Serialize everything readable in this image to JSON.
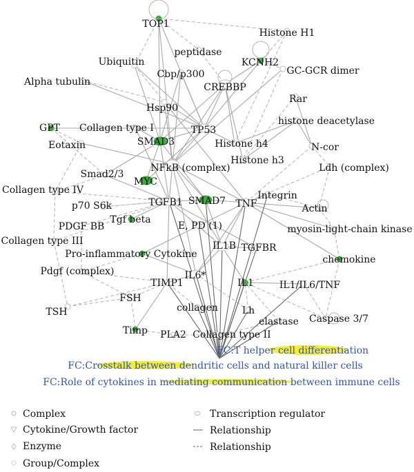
{
  "nodes": [
    {
      "id": "TOP1",
      "label": "TOP1",
      "highlight": true
    },
    {
      "id": "HistoneH1",
      "label": "Histone H1",
      "highlight": false
    },
    {
      "id": "Ubiquitin",
      "label": "Ubiquitin",
      "highlight": false
    },
    {
      "id": "peptidase",
      "label": "peptidase",
      "highlight": false
    },
    {
      "id": "KCNH2",
      "label": "KCNH2",
      "highlight": true
    },
    {
      "id": "Cbpp300",
      "label": "Cbp/p300",
      "highlight": false
    },
    {
      "id": "GCGCR",
      "label": "GC-GCR dimer",
      "highlight": false
    },
    {
      "id": "AlphaTubulin",
      "label": "Alpha tubulin",
      "highlight": false
    },
    {
      "id": "CREBBP",
      "label": "CREBBP",
      "highlight": false
    },
    {
      "id": "Rar",
      "label": "Rar",
      "highlight": false
    },
    {
      "id": "Hsp90",
      "label": "Hsp90",
      "highlight": false
    },
    {
      "id": "HDAC",
      "label": "histone deacetylase",
      "highlight": false
    },
    {
      "id": "GPT",
      "label": "GPT",
      "highlight": true
    },
    {
      "id": "CollagenI",
      "label": "Collagen type I",
      "highlight": false
    },
    {
      "id": "TP53",
      "label": "TP53",
      "highlight": false
    },
    {
      "id": "SMAD3",
      "label": "SMAD3",
      "highlight": true
    },
    {
      "id": "Eotaxin",
      "label": "Eotaxin",
      "highlight": false
    },
    {
      "id": "Histoneh4",
      "label": "Histone h4",
      "highlight": false
    },
    {
      "id": "Ncor",
      "label": "N-cor",
      "highlight": false
    },
    {
      "id": "NFkB",
      "label": "NFkB (complex)",
      "highlight": false
    },
    {
      "id": "Histoneh3",
      "label": "Histone h3",
      "highlight": false
    },
    {
      "id": "Smad23",
      "label": "Smad2/3",
      "highlight": false
    },
    {
      "id": "Ldh",
      "label": "Ldh (complex)",
      "highlight": false
    },
    {
      "id": "MYC",
      "label": "MYC",
      "highlight": true
    },
    {
      "id": "CollagenIV",
      "label": "Collagen type IV",
      "highlight": false
    },
    {
      "id": "Integrin",
      "label": "Integrin",
      "highlight": false
    },
    {
      "id": "TGFB1",
      "label": "TGFB1",
      "highlight": false
    },
    {
      "id": "SMAD7",
      "label": "SMAD7",
      "highlight": true
    },
    {
      "id": "TNF",
      "label": "TNF",
      "highlight": false
    },
    {
      "id": "p70S6k",
      "label": "p70 S6k",
      "highlight": false
    },
    {
      "id": "Actin",
      "label": "Actin",
      "highlight": false
    },
    {
      "id": "Tgfbeta",
      "label": "Tgf beta",
      "highlight": true
    },
    {
      "id": "PDGFBB",
      "label": "PDGF BB",
      "highlight": false
    },
    {
      "id": "EPD",
      "label": "E, PD (1)",
      "highlight": false
    },
    {
      "id": "MLCK",
      "label": "myosin-light-chain kinase",
      "highlight": false
    },
    {
      "id": "CollagenIII",
      "label": "Collagen type III",
      "highlight": false
    },
    {
      "id": "IL1B",
      "label": "IL1B",
      "highlight": false
    },
    {
      "id": "TGFBR",
      "label": "TGFBR",
      "highlight": false
    },
    {
      "id": "ProInflam",
      "label": "Pro-inflammatory Cytokine",
      "highlight": true
    },
    {
      "id": "Pdgf",
      "label": "Pdgf (complex)",
      "highlight": false
    },
    {
      "id": "chemokine",
      "label": "chemokine",
      "highlight": true
    },
    {
      "id": "IL6",
      "label": "IL6*",
      "highlight": false
    },
    {
      "id": "TIMP1",
      "label": "TIMP1",
      "highlight": false
    },
    {
      "id": "IL1",
      "label": "IL1",
      "highlight": true
    },
    {
      "id": "IL1IL6TNF",
      "label": "IL1/IL6/TNF",
      "highlight": false
    },
    {
      "id": "FSH",
      "label": "FSH",
      "highlight": false
    },
    {
      "id": "collagen",
      "label": "collagen",
      "highlight": false
    },
    {
      "id": "TSH",
      "label": "TSH",
      "highlight": false
    },
    {
      "id": "Lh",
      "label": "Lh",
      "highlight": false
    },
    {
      "id": "Caspase",
      "label": "Caspase 3/7",
      "highlight": false
    },
    {
      "id": "elastase",
      "label": "elastase",
      "highlight": false
    },
    {
      "id": "Timp",
      "label": "Timp",
      "highlight": true
    },
    {
      "id": "PLA2",
      "label": "PLA2",
      "highlight": false
    },
    {
      "id": "CollagenII",
      "label": "Collagen type II",
      "highlight": false
    }
  ],
  "functions": [
    {
      "id": "FC1",
      "label": "FC:T helper cell differentiation"
    },
    {
      "id": "FC2",
      "label": "FC:Crosstalk between dendritic cells and natural killer cells"
    },
    {
      "id": "FC3",
      "label": "FC:Role of cytokines in mediating communication between immune cells"
    }
  ],
  "legend": {
    "left": [
      {
        "symbol": "complex",
        "label": "Complex"
      },
      {
        "symbol": "cytokine",
        "label": "Cytokine/Growth factor"
      },
      {
        "symbol": "enzyme",
        "label": "Enzyme"
      },
      {
        "symbol": "group",
        "label": "Group/Complex"
      }
    ],
    "right": [
      {
        "symbol": "transcription",
        "label": "Transcription regulator"
      },
      {
        "symbol": "solid-line",
        "label": "Relationship"
      },
      {
        "symbol": "dashed-line",
        "label": "Relationship"
      }
    ]
  },
  "colors": {
    "highlight_node": "#3fa83f",
    "function_highlight": "#f2ec3c",
    "function_text": "#3355aa",
    "edge": "#a8a8a8"
  }
}
